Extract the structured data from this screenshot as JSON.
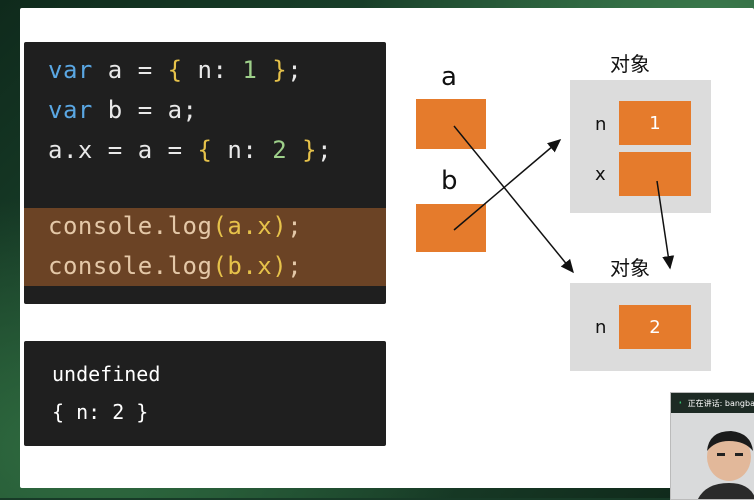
{
  "code": {
    "lines": [
      [
        {
          "t": "var",
          "c": "kw"
        },
        {
          "t": " a = ",
          "c": ""
        },
        {
          "t": "{",
          "c": "br"
        },
        {
          "t": " n: ",
          "c": ""
        },
        {
          "t": "1",
          "c": "num"
        },
        {
          "t": " ",
          "c": ""
        },
        {
          "t": "}",
          "c": "br"
        },
        {
          "t": ";",
          "c": ""
        }
      ],
      [
        {
          "t": "var",
          "c": "kw"
        },
        {
          "t": " b = a;",
          "c": ""
        }
      ],
      [
        {
          "t": "a.x = a = ",
          "c": ""
        },
        {
          "t": "{",
          "c": "br"
        },
        {
          "t": " n: ",
          "c": ""
        },
        {
          "t": "2",
          "c": "num"
        },
        {
          "t": " ",
          "c": ""
        },
        {
          "t": "}",
          "c": "br"
        },
        {
          "t": ";",
          "c": ""
        }
      ]
    ],
    "highlighted_lines": [
      [
        {
          "t": "console.log",
          "c": "hlt"
        },
        {
          "t": "(a.x)",
          "c": "br"
        },
        {
          "t": ";",
          "c": "hlt"
        }
      ],
      [
        {
          "t": "console.log",
          "c": "hlt"
        },
        {
          "t": "(b.x)",
          "c": "br"
        },
        {
          "t": ";",
          "c": "hlt"
        }
      ]
    ]
  },
  "output": {
    "line1": "undefined",
    "line2": "{ n: 2 }"
  },
  "diagram": {
    "var_a": "a",
    "var_b": "b",
    "object1_title": "对象",
    "object1_fields": [
      {
        "name": "n",
        "value": "1"
      },
      {
        "name": "x",
        "value": ""
      }
    ],
    "object2_title": "对象",
    "object2_fields": [
      {
        "name": "n",
        "value": "2"
      }
    ],
    "box_color": "#e57b2c",
    "object_bg": "#dcdcdc"
  },
  "video": {
    "status": "正在讲话: bangba"
  }
}
